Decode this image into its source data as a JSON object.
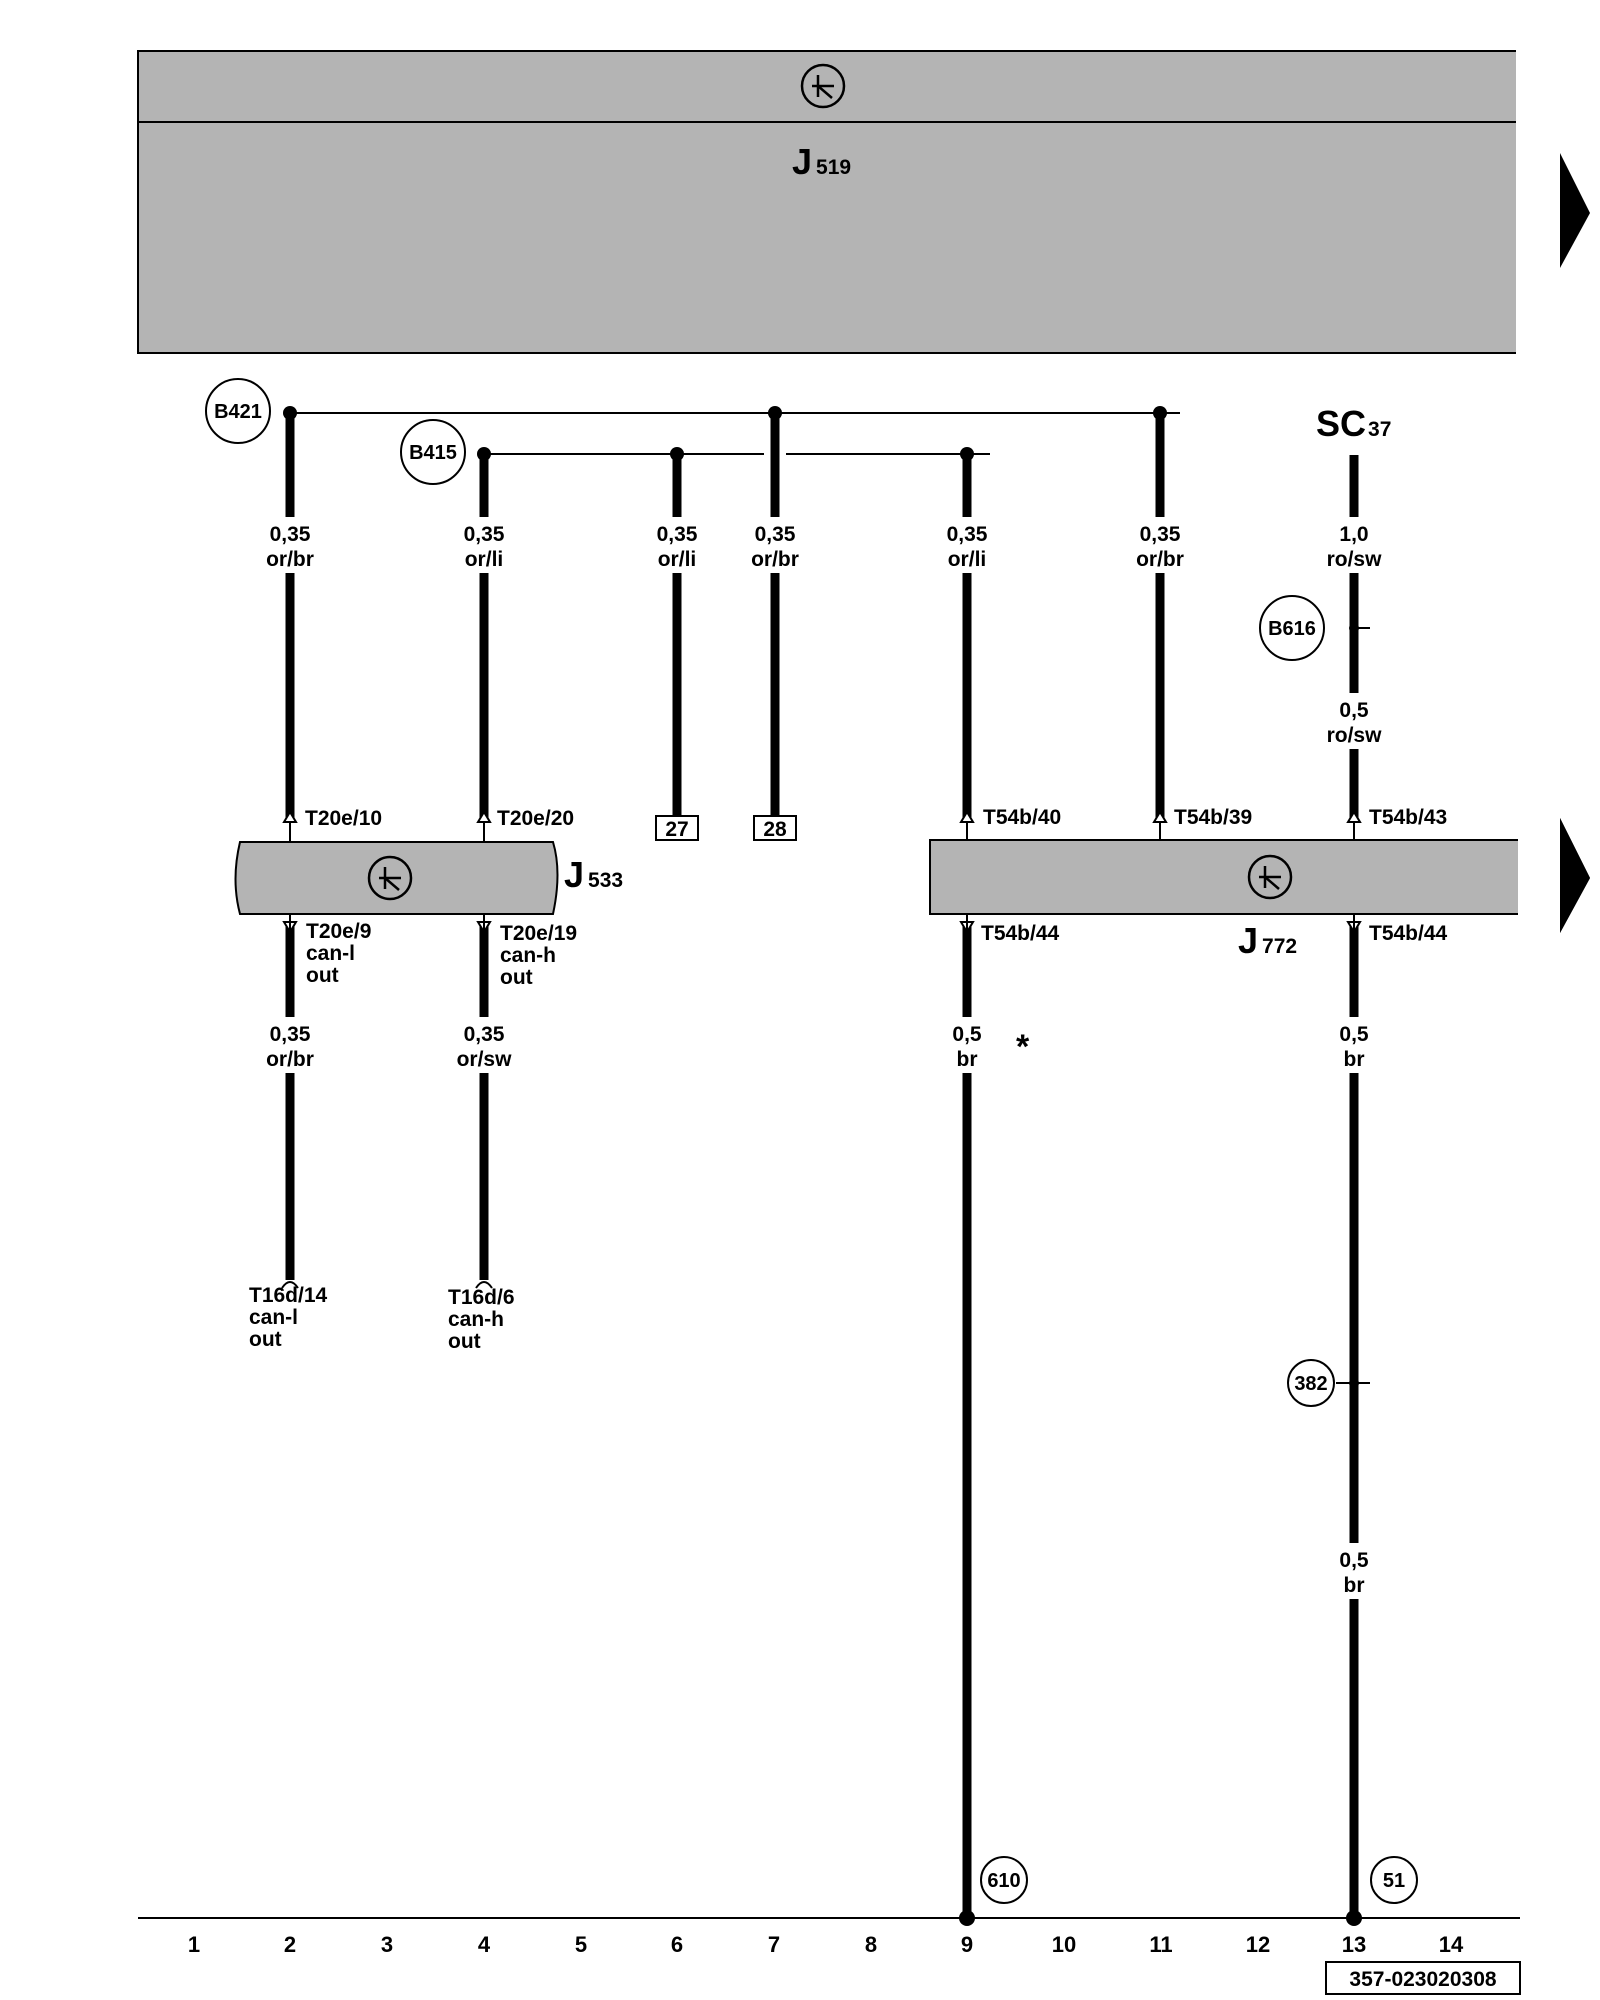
{
  "components": {
    "j519": {
      "letter": "J",
      "num": "519"
    },
    "j533": {
      "letter": "J",
      "num": "533"
    },
    "j772": {
      "letter": "J",
      "num": "772"
    },
    "sc37": {
      "letter": "SC",
      "num": "37"
    }
  },
  "connectors": {
    "b421": "B421",
    "b415": "B415",
    "b616": "B616",
    "c382": "382",
    "c610": "610",
    "c51": "51"
  },
  "wires": {
    "w2_top": {
      "size": "0,35",
      "color": "or/br"
    },
    "w4_top": {
      "size": "0,35",
      "color": "or/li"
    },
    "w6_top": {
      "size": "0,35",
      "color": "or/li"
    },
    "w7_top": {
      "size": "0,35",
      "color": "or/br"
    },
    "w9_top": {
      "size": "0,35",
      "color": "or/li"
    },
    "w11_top": {
      "size": "0,35",
      "color": "or/br"
    },
    "w13_top": {
      "size": "1,0",
      "color": "ro/sw"
    },
    "w13_mid": {
      "size": "0,5",
      "color": "ro/sw"
    },
    "w2_bot": {
      "size": "0,35",
      "color": "or/br"
    },
    "w4_bot": {
      "size": "0,35",
      "color": "or/sw"
    },
    "w9_bot": {
      "size": "0,5",
      "color": "br"
    },
    "w13_bot": {
      "size": "0,5",
      "color": "br"
    },
    "w13_low": {
      "size": "0,5",
      "color": "br"
    }
  },
  "pins": {
    "t20e_10": "T20e/10",
    "t20e_20": "T20e/20",
    "t54b_40": "T54b/40",
    "t54b_39": "T54b/39",
    "t54b_43": "T54b/43",
    "t20e_9": [
      "T20e/9",
      "can-l",
      "out"
    ],
    "t20e_19": [
      "T20e/19",
      "can-h",
      "out"
    ],
    "t54b_44a": "T54b/44",
    "t54b_44b": "T54b/44",
    "t16d_14": [
      "T16d/14",
      "can-l",
      "out"
    ],
    "t16d_6": [
      "T16d/6",
      "can-h",
      "out"
    ]
  },
  "refs": {
    "r27": "27",
    "r28": "28"
  },
  "asterisk": "*",
  "grid": [
    "1",
    "2",
    "3",
    "4",
    "5",
    "6",
    "7",
    "8",
    "9",
    "10",
    "11",
    "12",
    "13",
    "14"
  ],
  "doc_number": "357-023020308"
}
